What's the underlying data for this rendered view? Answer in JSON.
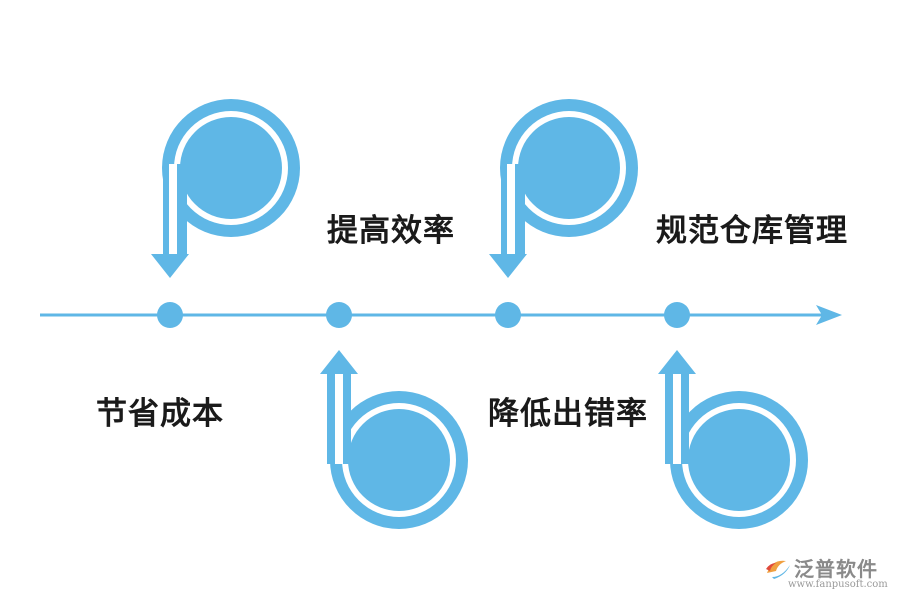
{
  "diagram": {
    "items": [
      {
        "label": "节省成本"
      },
      {
        "label": "提高效率"
      },
      {
        "label": "降低出错率"
      },
      {
        "label": "规范仓库管理"
      }
    ]
  },
  "colors": {
    "accent": "#5fb7e6",
    "text": "#1a1a1a",
    "watermark": "#8a8a8a"
  },
  "watermark": {
    "name": "泛普软件",
    "url": "www.fanpusoft.com"
  }
}
